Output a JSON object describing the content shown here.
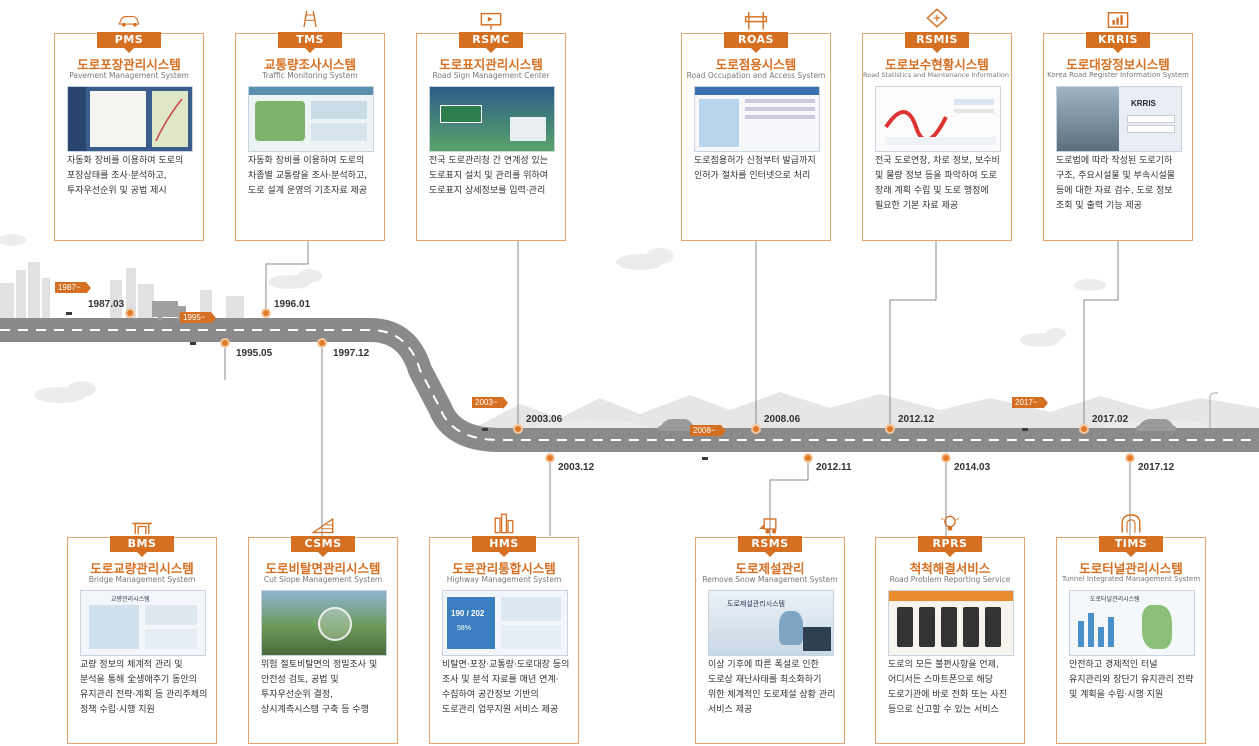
{
  "colors": {
    "accent": "#d56f22",
    "road": "#8a8a8a",
    "lane": "#ffffff",
    "city": "#dcdcdc"
  },
  "top_systems": [
    {
      "abbr": "PMS",
      "title": "도로포장관리시스템",
      "subtitle": "Pavement Management System",
      "desc": "자동화 장비를 이용하여 도로의 포장상태를 조사·분석하고, 투자우선순위 및 공법 제시",
      "icon": "car-icon"
    },
    {
      "abbr": "TMS",
      "title": "교통량조사시스템",
      "subtitle": "Traffic Monitoring System",
      "desc": "자동화 장비를 이용하여 도로의 차종별 교통량을 조사·분석하고, 도로 설계 운영의 기초자료 제공",
      "icon": "road-icon"
    },
    {
      "abbr": "RSMC",
      "title": "도로표지관리시스템",
      "subtitle": "Road Sign Management Center",
      "desc": "전국 도로관리청 간 연계성 있는 도로표지 설치 및 관리를 위하여 도로표지 상세정보를 입력·관리",
      "icon": "sign-icon"
    },
    {
      "abbr": "ROAS",
      "title": "도로점용시스템",
      "subtitle": "Road Occupation and Access System",
      "desc": "도로점용허가 신청부터 발급까지 인허가 절차를 인터넷으로 처리",
      "icon": "barrier-icon"
    },
    {
      "abbr": "RSMIS",
      "title": "도로보수현황시스템",
      "subtitle": "Road Statistics and Maintenance Information System",
      "desc": "전국 도로연장, 차로 정보, 보수비 및 물량 정보 등을 파악하여 도로 장래 계획 수립 및 도로 행정에 필요한 기본 자료 제공",
      "icon": "diamond-sign-icon"
    },
    {
      "abbr": "KRRIS",
      "title": "도로대장정보시스템",
      "subtitle": "Korea Road Register Information System",
      "desc": "도로법에 따라 작성된 도로기하 구조, 주요시설물 및 부속시설물 등에 대한 자료 검수, 도로 정보 조회 및 출력 기능 제공",
      "icon": "chart-icon"
    }
  ],
  "bottom_systems": [
    {
      "abbr": "BMS",
      "title": "도로교량관리시스템",
      "subtitle": "Bridge Management System",
      "desc": "교량 정보의 체계적 관리 및 분석을 통해 全생애주기 동안의 유지관리 전략·계획 등 관리주체의 정책 수립·시행 지원",
      "icon": "bridge-icon"
    },
    {
      "abbr": "CSMS",
      "title": "도로비탈면관리시스템",
      "subtitle": "Cut Slope Management System",
      "desc": "위험 절토비탈면의 정밀조사 및 안전성 검토, 공법 및 투자우선순위 결정, 상시계측시스템 구축 등 수행",
      "icon": "slope-icon"
    },
    {
      "abbr": "HMS",
      "title": "도로관리통합시스템",
      "subtitle": "Highway Management System",
      "desc": "비탈면·포장·교통량·도로대장 등의 조사 및 분석 자료를 매년 연계·수집하여 공간정보 기반의 도로관리 업무지원 서비스 제공",
      "icon": "building-icon"
    },
    {
      "abbr": "RSMS",
      "title": "도로제설관리",
      "subtitle": "Remove Snow Management System",
      "desc": "이상 기후에 따른 폭설로 인한 도로상 재난사태를 최소화하기 위한 체계적인 도로제설 상황 관리 서비스 제공",
      "icon": "snowplow-icon"
    },
    {
      "abbr": "RPRS",
      "title": "척척해결서비스",
      "subtitle": "Road Problem Reporting Service",
      "desc": "도로의 모든 불편사항을 언제, 어디서든 스마트폰으로 해당 도로기관에 바로 전화 또는 사진 등으로 신고할 수 있는 서비스",
      "icon": "lightbulb-icon"
    },
    {
      "abbr": "TIMS",
      "title": "도로터널관리시스템",
      "subtitle": "Tunnel Integrated Management System",
      "desc": "안전하고 경제적인 터널 유지관리와 장단기 유지관리 전략 및 계획을 수립·시행 지원",
      "icon": "tunnel-icon"
    }
  ],
  "dates": [
    "1987.03",
    "1995.05",
    "1996.01",
    "1997.12",
    "2003.06",
    "2003.12",
    "2008.06",
    "2012.11",
    "2012.12",
    "2014.03",
    "2017.02",
    "2017.12"
  ],
  "flags": [
    "1987~",
    "1995~",
    "2003~",
    "2008~",
    "2017~"
  ],
  "screens": {
    "kris_logo": "KRRIS",
    "bms_header": "교량관리시스템",
    "hms_stats": "190 / 202",
    "hms_pct": "58%",
    "rsms_banner": "도로제설관리시스템",
    "tims_header": "도로터널관리시스템"
  }
}
